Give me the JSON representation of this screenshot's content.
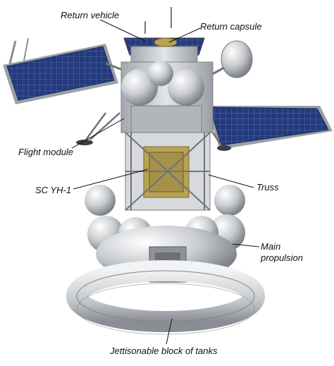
{
  "diagram": {
    "labels": {
      "return_vehicle": "Return vehicle",
      "return_capsule": "Return capsule",
      "flight_module": "Flight module",
      "sc_yh1": "SC YH-1",
      "truss": "Truss",
      "main_propulsion_line1": "Main",
      "main_propulsion_line2": "propulsion",
      "jettisonable_tanks": "Jettisonable block of tanks"
    },
    "colors": {
      "panel": "#243a7a",
      "panel_grid": "#5b78c4",
      "metal": "#c9ccd0",
      "metal_dark": "#8c9096",
      "gold": "#b8a253",
      "line": "#111111"
    }
  }
}
